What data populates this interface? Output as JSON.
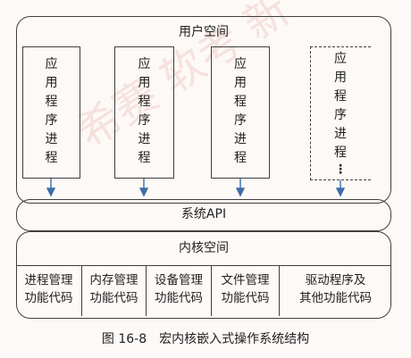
{
  "watermark": "希赛 软考 新",
  "user_space": {
    "label": "用户空间",
    "processes": [
      {
        "label": "应\n用\n程\n序\n进\n程",
        "ellipsis": ""
      },
      {
        "label": "应\n用\n程\n序\n进\n程",
        "ellipsis": ""
      },
      {
        "label": "应\n用\n程\n序\n进\n程",
        "ellipsis": ""
      },
      {
        "label": "应\n用\n程\n序\n进\n程",
        "ellipsis": "⋮"
      }
    ]
  },
  "system_api": {
    "label": "系统API"
  },
  "kernel_space": {
    "label": "内核空间",
    "modules": [
      "进程管理\n功能代码",
      "内存管理\n功能代码",
      "设备管理\n功能代码",
      "文件管理\n功能代码",
      "驱动程序及\n其他功能代码"
    ]
  },
  "caption": "图 16-8　宏内核嵌入式操作系统结构",
  "colors": {
    "arrow": "#3d6fa8",
    "border": "#3f3f3f"
  }
}
